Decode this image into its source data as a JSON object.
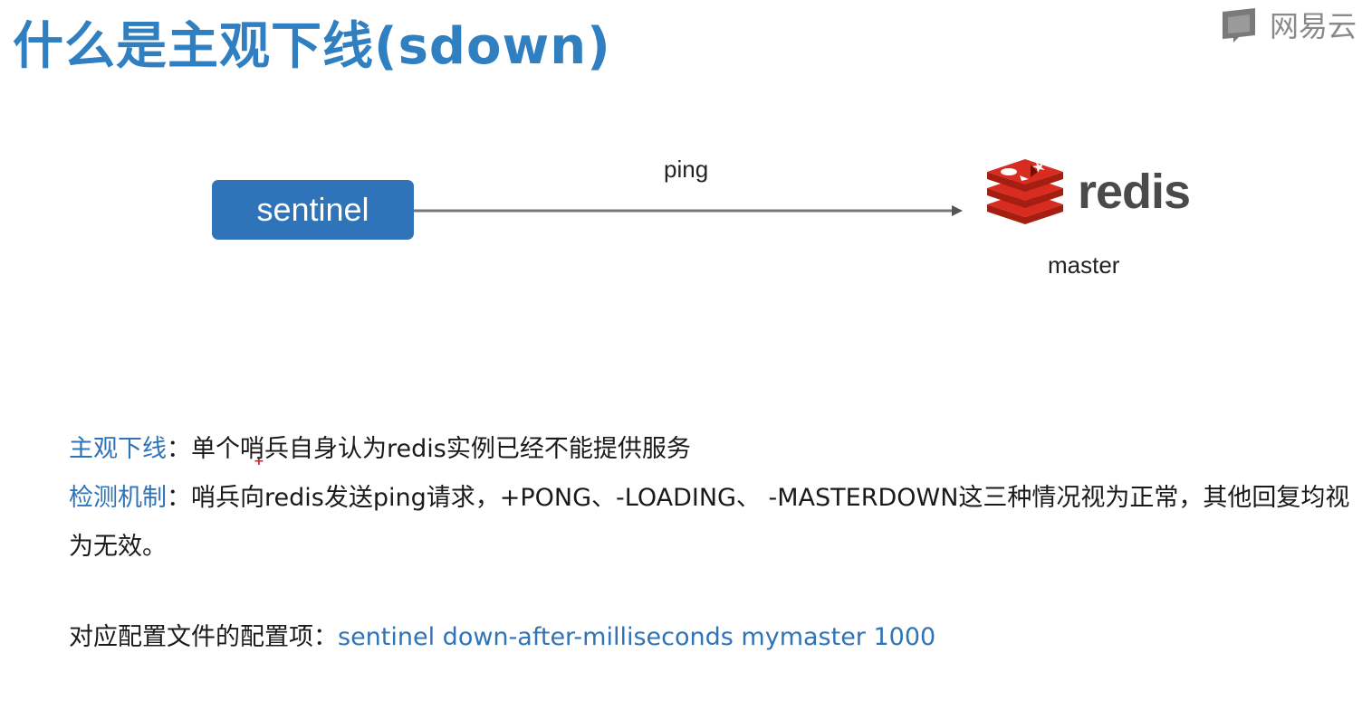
{
  "title": "什么是主观下线(sdown)",
  "watermark": {
    "text": "网易云"
  },
  "diagram": {
    "sentinel_label": "sentinel",
    "arrow_label": "ping",
    "redis_word": "redis",
    "master_label": "master"
  },
  "definition": {
    "term": "主观下线",
    "sep": "：",
    "text": "单个哨兵自身认为redis实例已经不能提供服务"
  },
  "detection": {
    "term": "检测机制",
    "sep": "：",
    "text": "哨兵向redis发送ping请求，+PONG、-LOADING、 -MASTERDOWN这三种情况视为正常，其他回复均视为无效。"
  },
  "config": {
    "label": "对应配置文件的配置项：",
    "value": "sentinel down-after-milliseconds mymaster 1000"
  },
  "colors": {
    "title": "#2f7fc1",
    "accent": "#2f73b8",
    "redis_red": "#d82c20"
  }
}
